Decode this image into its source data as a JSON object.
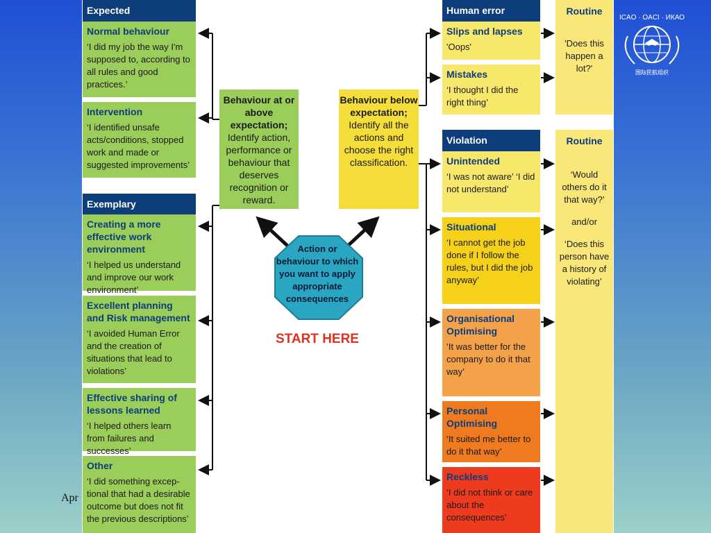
{
  "footer_text": "Apr",
  "start_label": "START HERE",
  "action_text": "Action or behaviour to which you want to apply appropriate consequences",
  "above": {
    "title": "Behaviour at or above expectation;",
    "body": "Identify action, performance or behaviour that deserves recognition or reward."
  },
  "below": {
    "title": "Behaviour below expectation;",
    "body": "Identify all the actions and choose the right classification."
  },
  "expected": {
    "header": "Expected",
    "items": [
      {
        "title": "Normal behaviour",
        "quote": "‘I did my job the way I'm supposed to, according to all rules and good practices.’"
      },
      {
        "title": "Intervention",
        "quote": "‘I identified unsafe acts/conditions, stopped work and made or suggested improvements’"
      }
    ]
  },
  "exemplary": {
    "header": "Exemplary",
    "items": [
      {
        "title": "Creating a more effective work environment",
        "quote": "‘I helped us understand and improve our work environment’"
      },
      {
        "title": "Excellent planning and Risk management",
        "quote": "‘I avoided Human Error and the creation of situations that lead to violations’"
      },
      {
        "title": "Effective sharing of lessons learned",
        "quote": "‘I helped others learn from failures and successes’"
      },
      {
        "title": "Other",
        "quote": "‘I did something excep-tional that had a desirable outcome but does not fit the previous descriptions’"
      }
    ]
  },
  "human_error": {
    "header": "Human error",
    "items": [
      {
        "title": "Slips and lapses",
        "quote": "'Oops'"
      },
      {
        "title": "Mistakes",
        "quote": "‘I thought I did the right thing’"
      }
    ]
  },
  "violation": {
    "header": "Violation",
    "items": [
      {
        "title": "Unintended",
        "quote": "‘I was not aware’ ‘I did not understand’"
      },
      {
        "title": "Situational",
        "quote": "‘I cannot get the job done if I follow the rules, but I did the job anyway’"
      },
      {
        "title": "Organisational Optimising",
        "quote": "‘It was better for the company to do it that way’"
      },
      {
        "title": "Personal Optimising",
        "quote": "‘It suited me better to do it that way’"
      },
      {
        "title": "Reckless",
        "quote": "‘I did not think or care about the consequences’"
      }
    ]
  },
  "routine1": {
    "header": "Routine",
    "question": "'Does this happen a lot?'"
  },
  "routine2": {
    "header": "Routine",
    "q1": "‘Would others do it that way?’",
    "andor": "and/or",
    "q2": "‘Does this person have a history of violating’"
  },
  "logo_text": "ICAO · OACI · ИКАО",
  "logo_text_bottom": "国际民航组织",
  "colors": {
    "header_navy": "#0d3d7a",
    "green": "#9acd5a",
    "yellow": "#f7e86b",
    "gold": "#f5d11a",
    "light_orange": "#f3a24a",
    "orange": "#ef7a1f",
    "red": "#ee3a1f",
    "start_red": "#e0301e",
    "octagon_teal": "#2ba6c2"
  }
}
